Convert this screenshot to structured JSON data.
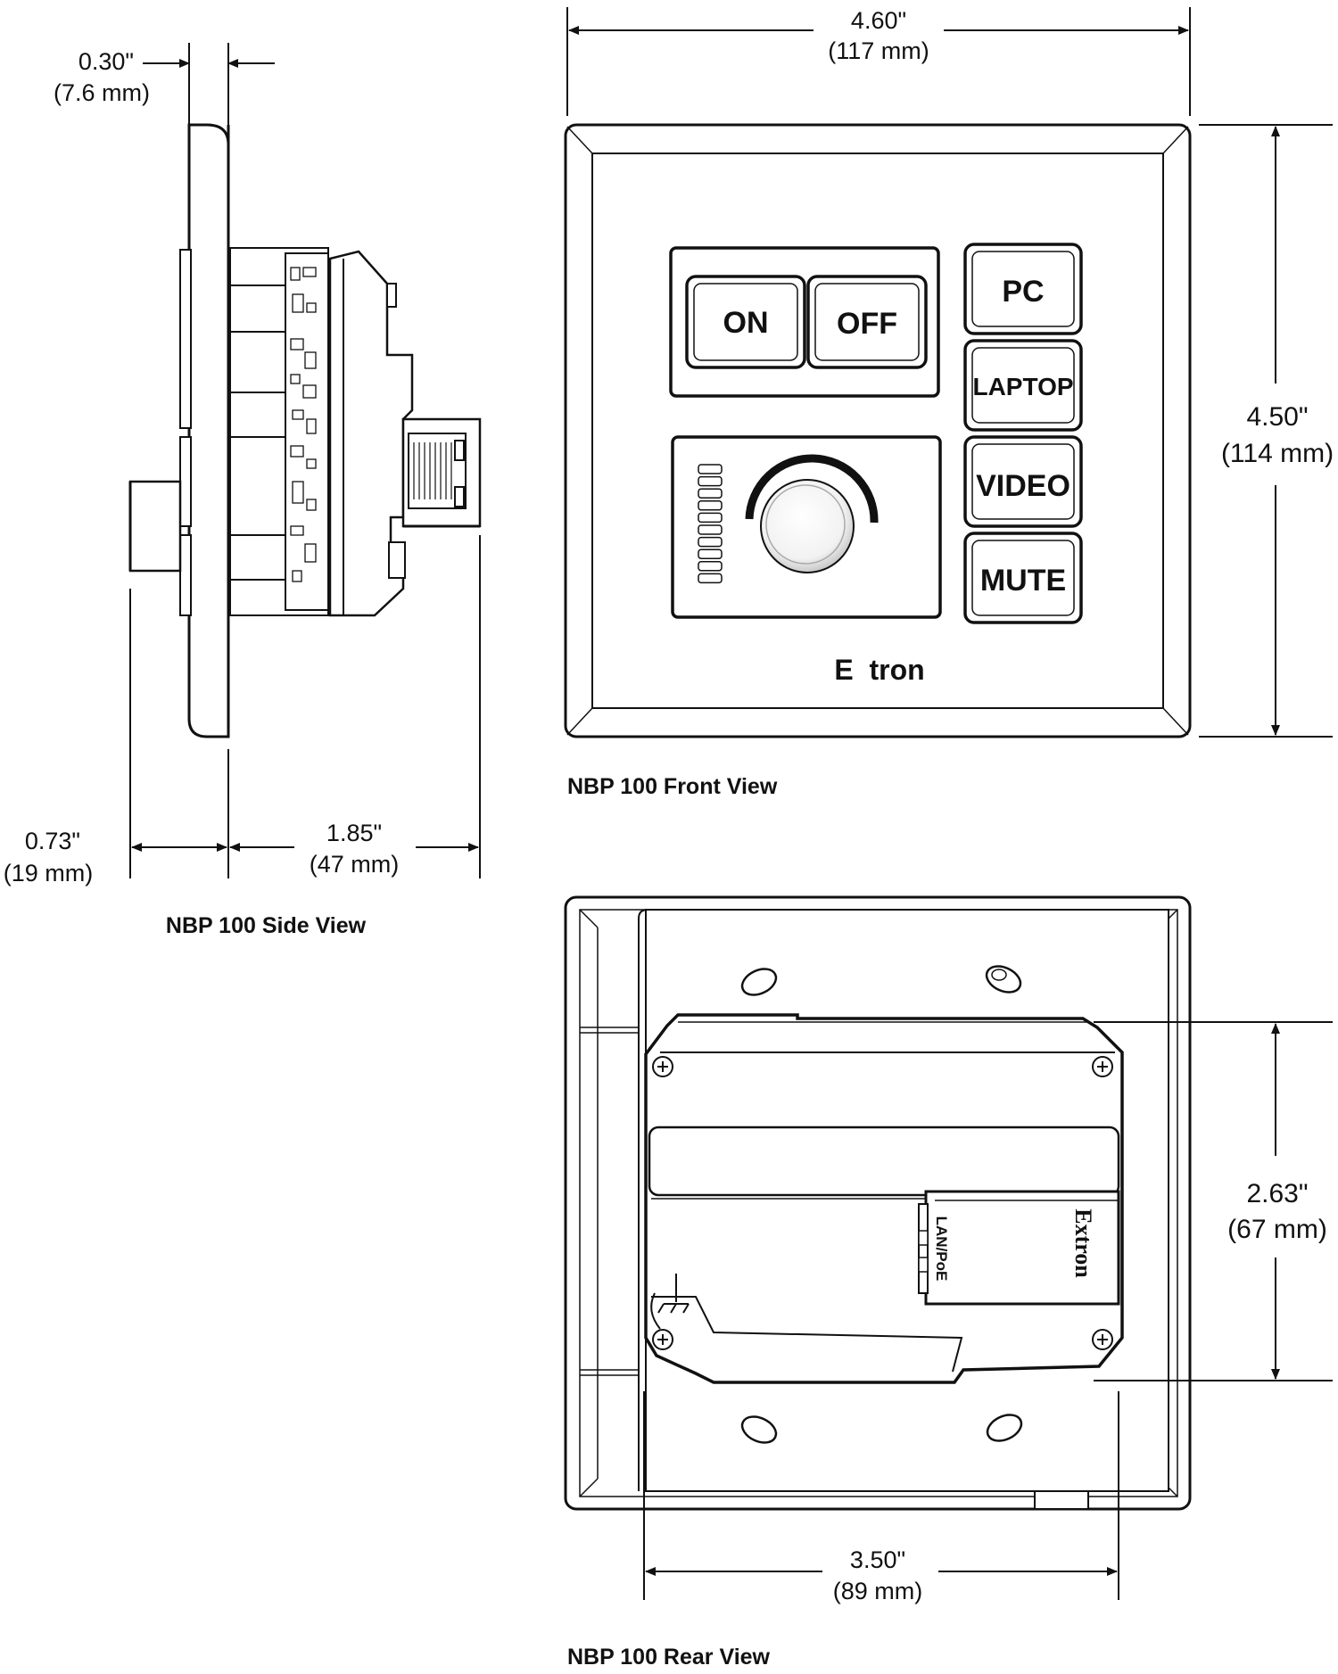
{
  "dimensions": {
    "side_depth_plate": {
      "inch": "0.30\"",
      "mm": "(7.6 mm)"
    },
    "side_depth_front": {
      "inch": "0.73\"",
      "mm": "(19 mm)"
    },
    "side_depth_rear": {
      "inch": "1.85\"",
      "mm": "(47 mm)"
    },
    "front_width": {
      "inch": "4.60\"",
      "mm": "(117 mm)"
    },
    "front_height": {
      "inch": "4.50\"",
      "mm": "(114 mm)"
    },
    "rear_height": {
      "inch": "2.63\"",
      "mm": "(67 mm)"
    },
    "rear_width": {
      "inch": "3.50\"",
      "mm": "(89 mm)"
    }
  },
  "captions": {
    "side": "NBP 100 Side View",
    "front": "NBP 100 Front View",
    "rear": "NBP 100 Rear View"
  },
  "front_panel": {
    "buttons": {
      "on": "ON",
      "off": "OFF",
      "pc": "PC",
      "laptop": "LAPTOP",
      "video": "VIDEO",
      "mute": "MUTE"
    },
    "logo": "E  tron",
    "volume_led_count": 10
  },
  "rear_panel": {
    "port_label": "LAN/PoE",
    "logo": "Extron"
  },
  "colors": {
    "rj45_led_yellow": "#e8e000",
    "rj45_led_green": "#1a9a3a",
    "line": "#111111"
  }
}
